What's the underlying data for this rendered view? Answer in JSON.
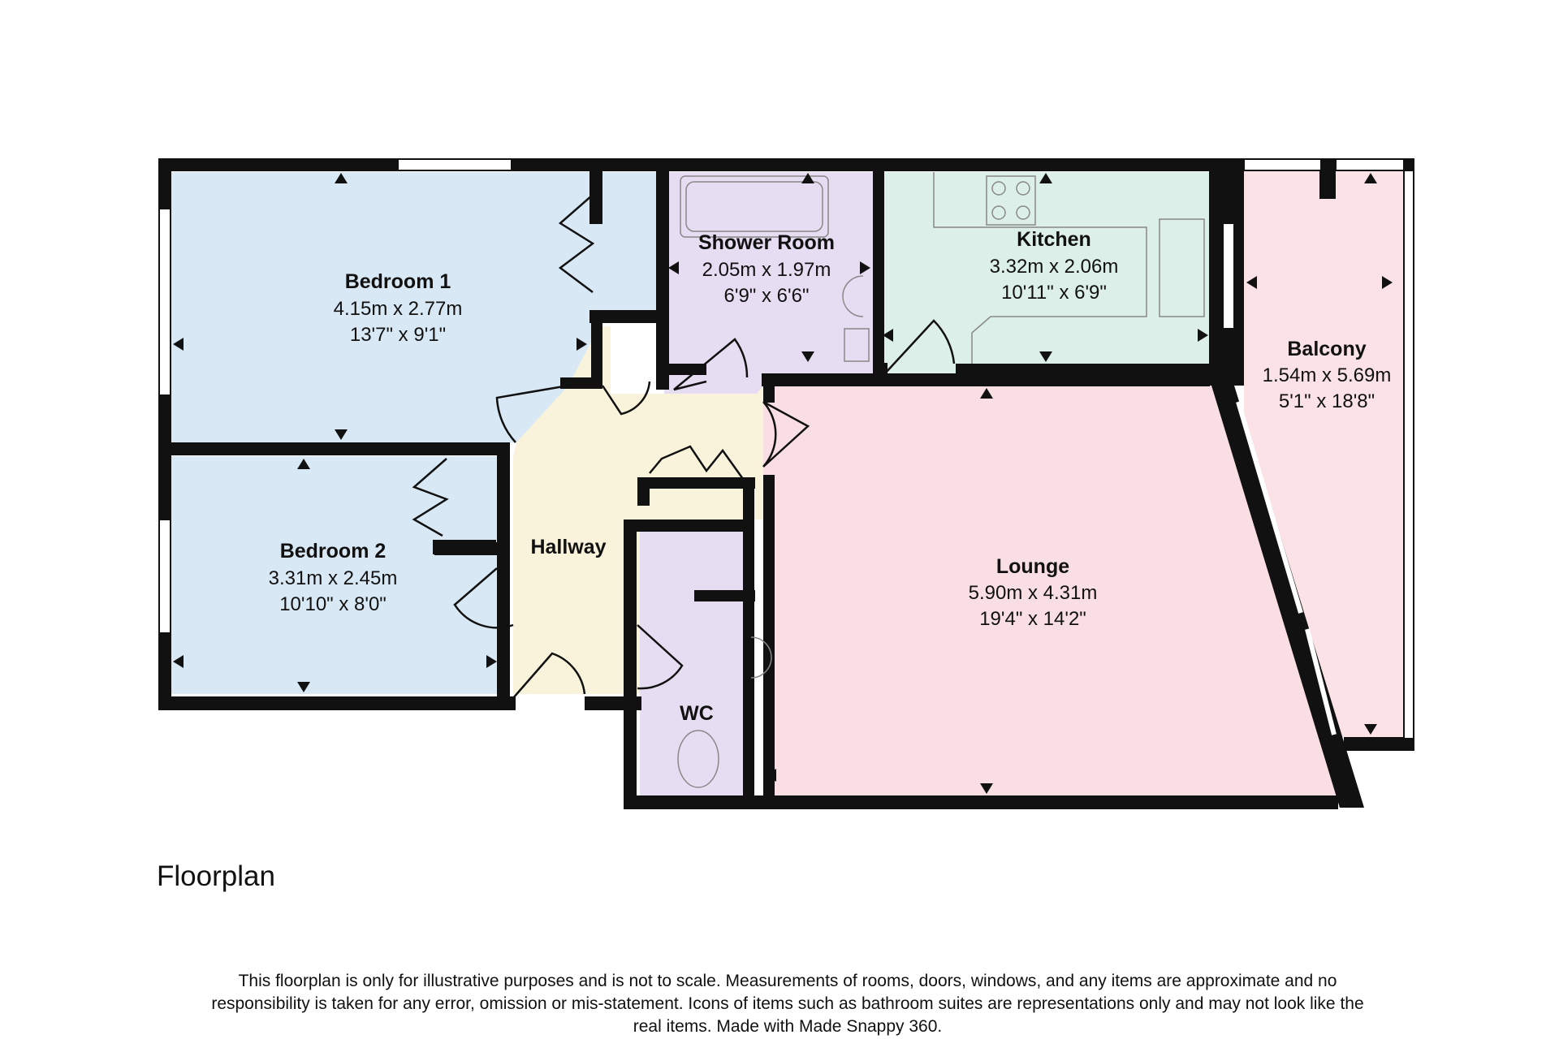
{
  "title": "Floorplan",
  "disclaimer": "This floorplan is only for illustrative purposes and is not to scale. Measurements of rooms, doors, windows, and any items are approximate and no responsibility is taken for any error, omission or mis-statement. Icons of items such as bathroom suites are representations only and may not look like the real items. Made with Made Snappy 360.",
  "colors": {
    "bedroom": "#d9e8f5",
    "shower_room": "#e6ddf2",
    "kitchen": "#dcefe9",
    "balcony": "#fbe2e6",
    "lounge": "#f9dfe4",
    "hallway": "#faf3dc",
    "wc": "#e6ddf2",
    "wall": "#111111"
  },
  "rooms": {
    "bedroom1": {
      "name": "Bedroom 1",
      "metric": "4.15m x 2.77m",
      "imperial": "13'7\" x 9'1\""
    },
    "bedroom2": {
      "name": "Bedroom 2",
      "metric": "3.31m x 2.45m",
      "imperial": "10'10\" x 8'0\""
    },
    "shower": {
      "name": "Shower Room",
      "metric": "2.05m x 1.97m",
      "imperial": "6'9\" x 6'6\""
    },
    "kitchen": {
      "name": "Kitchen",
      "metric": "3.32m x 2.06m",
      "imperial": "10'11\" x 6'9\""
    },
    "balcony": {
      "name": "Balcony",
      "metric": "1.54m x 5.69m",
      "imperial": "5'1\" x 18'8\""
    },
    "hallway": {
      "name": "Hallway"
    },
    "lounge": {
      "name": "Lounge",
      "metric": "5.90m x 4.31m",
      "imperial": "19'4\" x 14'2\""
    },
    "wc": {
      "name": "WC"
    }
  }
}
